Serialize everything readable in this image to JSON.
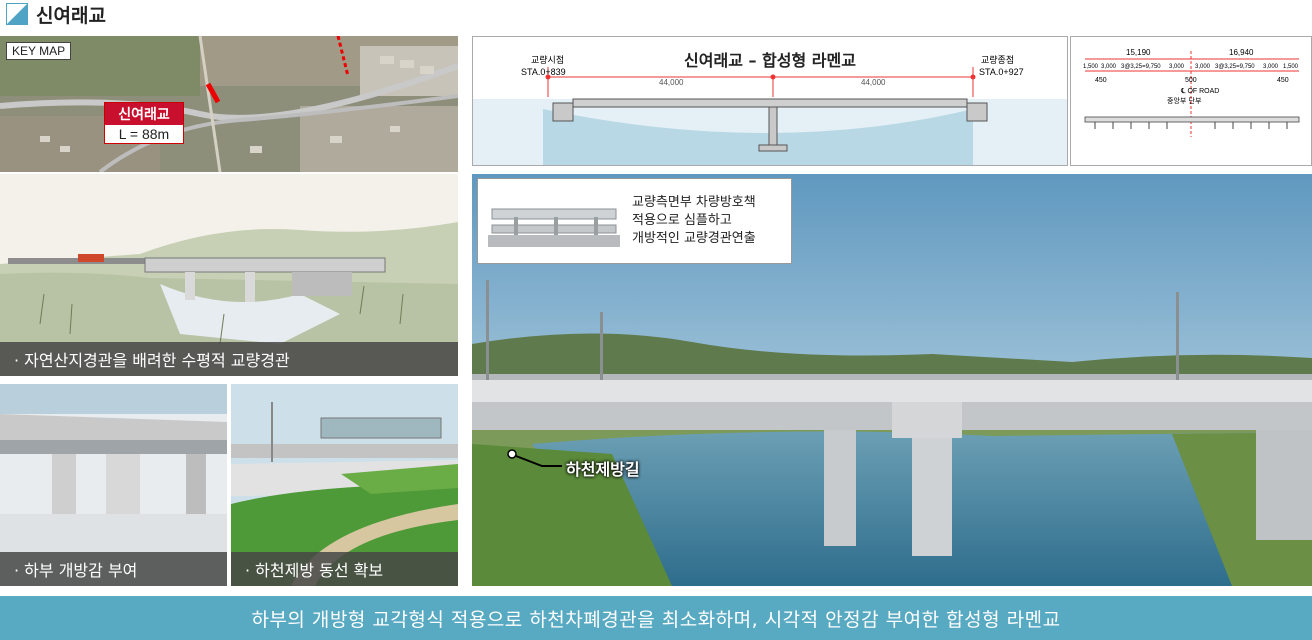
{
  "page": {
    "title": "신여래교"
  },
  "key_map": {
    "label": "KEY MAP",
    "bridge_name": "신여래교",
    "bridge_length": "L = 88m"
  },
  "captions": {
    "landscape": "· 자연산지경관을 배려한 수평적 교량경관",
    "underside": "· 하부 개방감 부여",
    "embankment": "· 하천제방 동선 확보"
  },
  "elevation": {
    "title": "신여래교 – 합성형 라멘교",
    "start_label": "교량시점",
    "start_sta": "STA.0+839",
    "end_label": "교량종점",
    "end_sta": "STA.0+927",
    "span_left": "44,000",
    "span_right": "44,000"
  },
  "cross_section": {
    "top_left": "15,190",
    "top_right": "16,940",
    "row2": [
      "1,500",
      "3,000",
      "3@3,25=9,750",
      "3,000",
      "3,000",
      "3@3,25=9,750",
      "3,000",
      "1,500"
    ],
    "row3_left": "450",
    "row3_mid": "500",
    "row3_right": "450",
    "center_line": "℄ OF ROAD",
    "center_label": "중앙부 단부"
  },
  "info_box": {
    "line1": "교량측면부 차량방호책",
    "line2": "적용으로 심플하고",
    "line3": "개방적인 교량경관연출"
  },
  "callout": {
    "label": "하천제방길"
  },
  "banner": {
    "text": "하부의 개방형 교각형식 적용으로 하천차폐경관을 최소화하며, 시각적 안정감 부여한 합성형 라멘교"
  },
  "colors": {
    "accent": "#58a9c2",
    "highlight": "#c8102e",
    "caption_bg": "#464646"
  }
}
